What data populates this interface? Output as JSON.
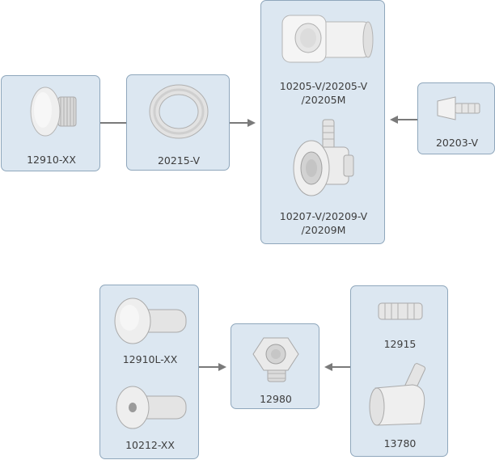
{
  "parts": {
    "p12910xx": "12910-XX",
    "p20215v": "20215-V",
    "p10205": "10205-V/20205-V",
    "p10205b": "/20205M",
    "p10207": "10207-V/20209-V",
    "p10207b": "/20209M",
    "p20203v": "20203-V",
    "p12910lxx": "12910L-XX",
    "p10212xx": "10212-XX",
    "p12980": "12980",
    "p12915": "12915",
    "p13780": "13780"
  },
  "colors": {
    "panel": "#dce7f1",
    "border": "#8fa7bc",
    "arrow": "#7a7a7a",
    "part": "#eeeeee"
  }
}
